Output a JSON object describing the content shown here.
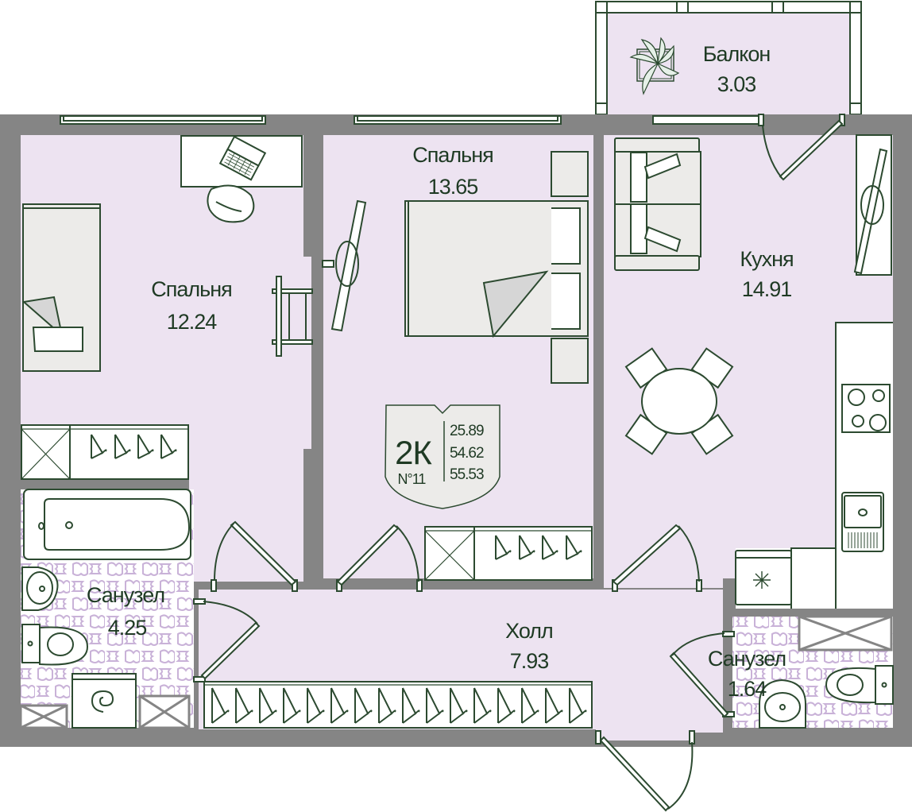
{
  "plan": {
    "colors": {
      "floor": "#ede3f1",
      "wall": "#858585",
      "line": "#2c4a30",
      "text": "#1f3a24",
      "furniture": "#ecebe9",
      "tile_pattern": "#c9b2d8"
    },
    "badge": {
      "type": "2К",
      "number": "N°11",
      "areas": [
        "25.89",
        "54.62",
        "55.53"
      ]
    },
    "rooms": [
      {
        "id": "balcony",
        "name": "Балкон",
        "area": "3.03"
      },
      {
        "id": "bedroom-left",
        "name": "Спальня",
        "area": "12.24"
      },
      {
        "id": "bedroom-center",
        "name": "Спальня",
        "area": "13.65"
      },
      {
        "id": "kitchen",
        "name": "Кухня",
        "area": "14.91"
      },
      {
        "id": "bathroom-left",
        "name": "Санузел",
        "area": "4.25"
      },
      {
        "id": "hall",
        "name": "Холл",
        "area": "7.93"
      },
      {
        "id": "bathroom-right",
        "name": "Санузел",
        "area": "1.64"
      }
    ]
  }
}
